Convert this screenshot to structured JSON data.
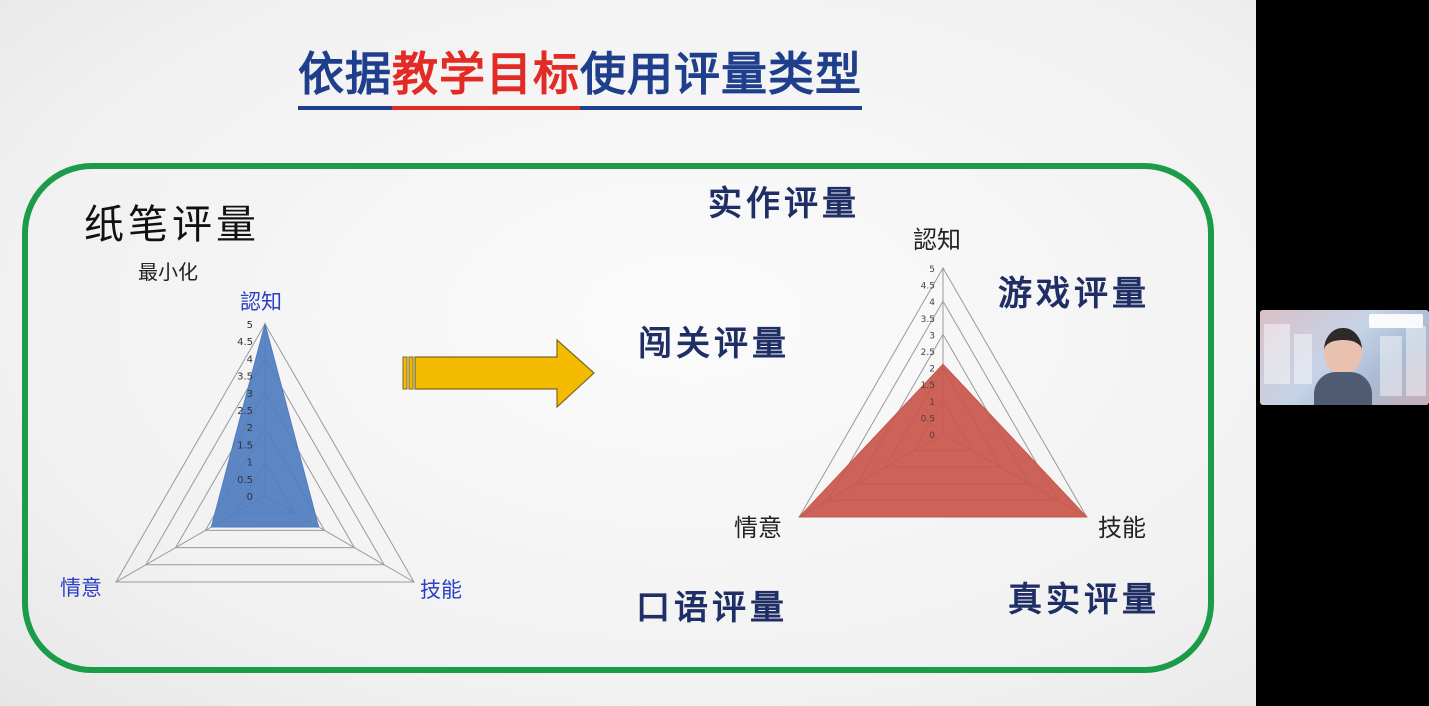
{
  "slide": {
    "title_part1": "依据",
    "title_part2": "教学目标",
    "title_part3": "使用评量类型",
    "left_chart": {
      "heading": "纸笔评量",
      "sublabel": "最小化",
      "axis_top": "認知",
      "axis_left": "情意",
      "axis_right": "技能"
    },
    "right_chart": {
      "axis_top": "認知",
      "axis_left": "情意",
      "axis_right": "技能"
    },
    "assessment_types": {
      "practical": "实作评量",
      "game": "游戏评量",
      "level": "闯关评量",
      "oral": "口语评量",
      "authentic": "真实评量"
    },
    "colors": {
      "title_blue": "#1f3f8c",
      "title_red": "#e32b26",
      "panel_border": "#1c9b48",
      "left_fill": "#4f7cc0",
      "right_fill": "#c9564a",
      "arrow": "#f5bb00"
    }
  },
  "chart_data": [
    {
      "type": "radar",
      "title": "",
      "axes": [
        "認知",
        "技能",
        "情意"
      ],
      "ticks": [
        "0",
        "0.5",
        "1",
        "1.5",
        "2",
        "2.5",
        "3",
        "3.5",
        "4",
        "4.5",
        "5"
      ],
      "range": [
        0,
        5
      ],
      "series": [
        {
          "values": [
            5,
            1.8,
            1.8
          ]
        }
      ]
    },
    {
      "type": "radar",
      "title": "",
      "axes": [
        "認知",
        "技能",
        "情意"
      ],
      "ticks": [
        "0",
        "0.5",
        "1",
        "1.5",
        "2",
        "2.5",
        "3",
        "3.5",
        "4",
        "4.5",
        "5"
      ],
      "range": [
        0,
        5
      ],
      "series": [
        {
          "values": [
            2.1,
            5,
            5
          ]
        }
      ]
    }
  ],
  "video_tile": {
    "icon": "webcam-participant"
  }
}
